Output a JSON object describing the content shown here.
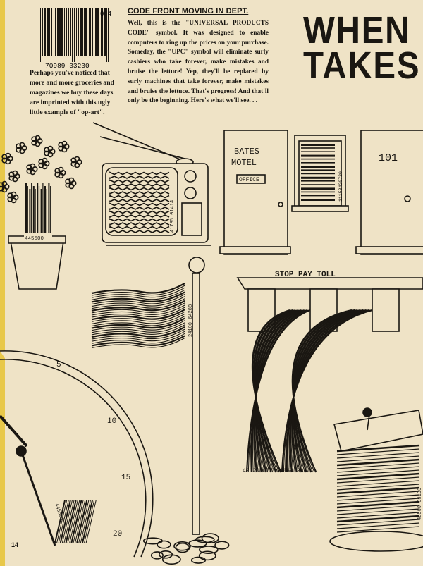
{
  "barcode_top": {
    "right_digits": "0 4",
    "bottom_digits": "70989 33230"
  },
  "intro_text": "Perhaps you've noticed that more and more groceries and magazines we buy these days are imprinted with this ugly little example of \"op-art\".",
  "dept": {
    "title": "CODE FRONT MOVING IN DEPT.",
    "body": "Well, this is the \"UNIVERSAL PRODUCTS CODE\" symbol. It was designed to enable computers to ring up the prices on your purchase. Someday, the \"UPC\" symbol will eliminate surly cashiers who take forever, make mistakes and bruise the lettuce! Yep, they'll be replaced by surly machines that take forever, make mistakes and bruise the lettuce. That's progress! And that'll only be the beginning. Here's what we'll see. . ."
  },
  "headline": "WHEN\nTAKES",
  "illustrations": {
    "plant_code": "445500",
    "tv_code": "41785 01414",
    "motel_sign": "BATES\nMOTEL",
    "office_sign": "OFFICE",
    "window_code": "11153420720",
    "door_number": "101",
    "toll_sign": "STOP   PAY TOLL",
    "flag_code": "24100 64288",
    "clock_numerals": [
      "5",
      "10",
      "15",
      "20"
    ],
    "clock_code": "445500",
    "toll_codes": [
      "42120 05500",
      "00664 32211"
    ],
    "sandwich_code": "48500 00100"
  },
  "page_number": "14"
}
